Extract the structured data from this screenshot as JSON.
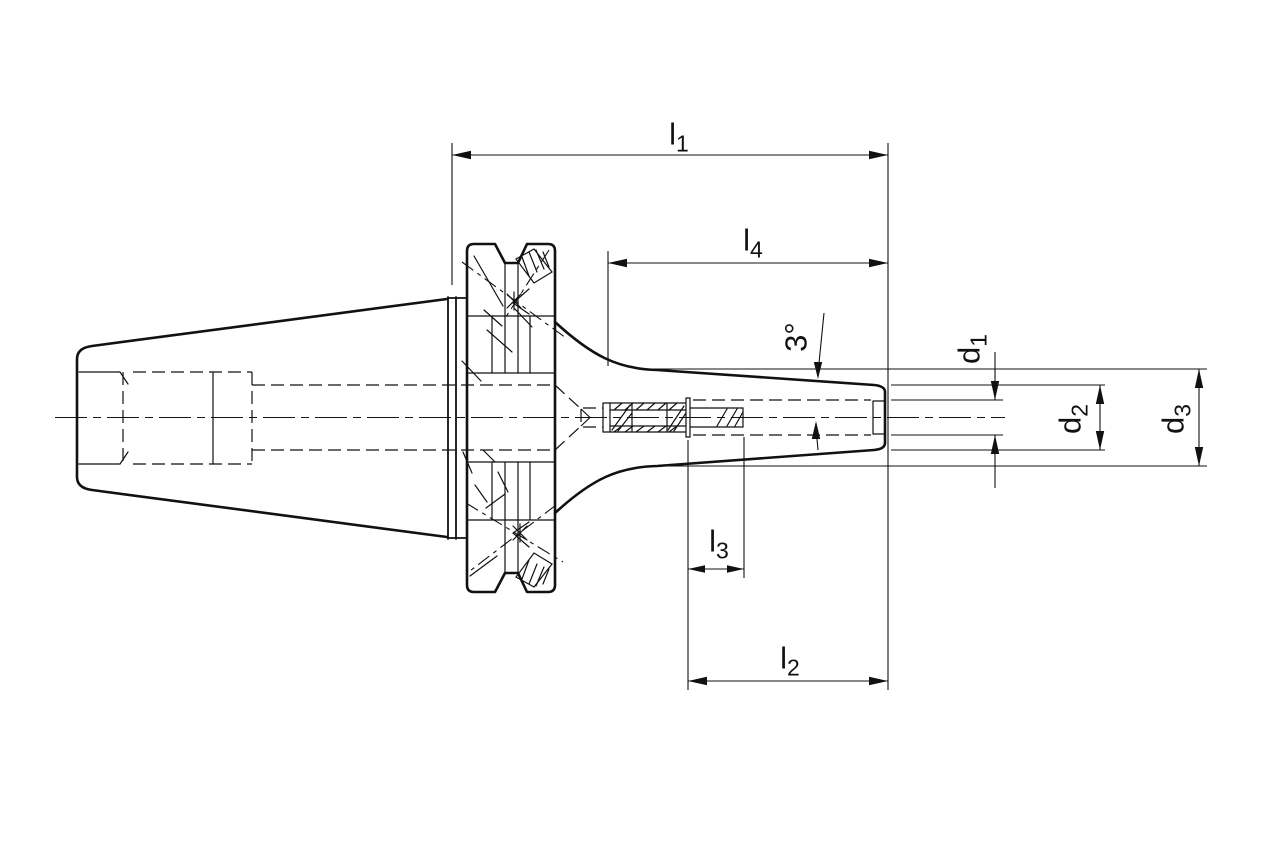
{
  "labels": {
    "l1": {
      "base": "l",
      "sub": "1"
    },
    "l2": {
      "base": "l",
      "sub": "2"
    },
    "l3": {
      "base": "l",
      "sub": "3"
    },
    "l4": {
      "base": "l",
      "sub": "4"
    },
    "d1": {
      "base": "d",
      "sub": "1"
    },
    "d2": {
      "base": "d",
      "sub": "2"
    },
    "d3": {
      "base": "d",
      "sub": "3"
    },
    "angle": "3°"
  },
  "colors": {
    "line": "#111111",
    "background": "#ffffff"
  }
}
